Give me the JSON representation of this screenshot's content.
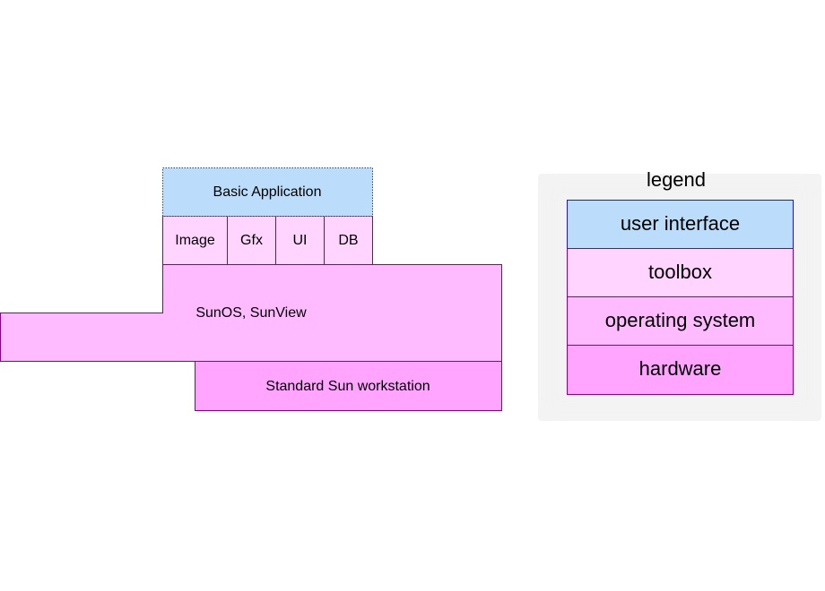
{
  "colors": {
    "user_interface": "#bbddfb",
    "toolbox": "#ffd5ff",
    "operating_system": "#ffbbff",
    "hardware": "#ffa5ff",
    "border_layer": "#8a008a",
    "border_legend": "#1a1acc",
    "legend_panel": "#f3f3f3"
  },
  "stack": {
    "application": "Basic Application",
    "toolbox_items": [
      "Image",
      "Gfx",
      "UI",
      "DB"
    ],
    "os": "SunOS, SunView",
    "hardware": "Standard Sun workstation"
  },
  "legend": {
    "title": "legend",
    "items": [
      "user interface",
      "toolbox",
      "operating system",
      "hardware"
    ]
  }
}
